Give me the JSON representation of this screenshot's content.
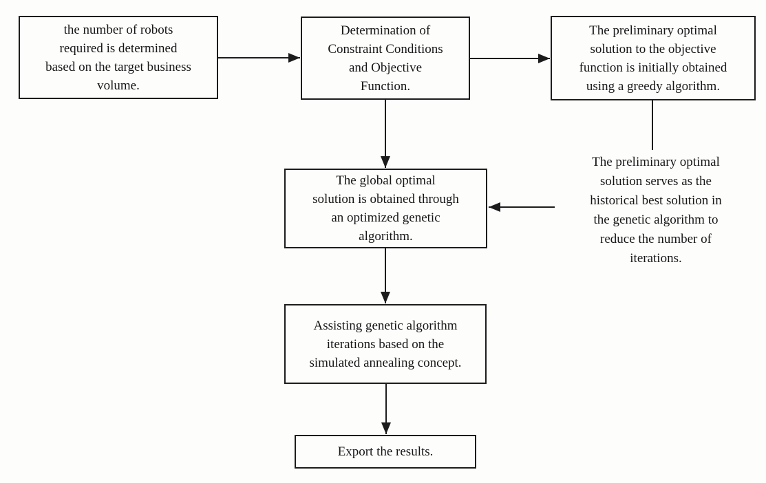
{
  "diagram": {
    "type": "flowchart",
    "colors": {
      "background": "#fdfdfc",
      "line": "#1c1c1c",
      "text": "#161616"
    },
    "nodes": {
      "robots_required": {
        "label": "the number of robots\nrequired is determined\nbased on the target business\nvolume."
      },
      "determine_constraints": {
        "label": "Determination of\nConstraint Conditions\nand Objective\nFunction."
      },
      "greedy_preliminary": {
        "label": "The preliminary optimal\nsolution to the objective\nfunction is initially obtained\nusing a greedy algorithm."
      },
      "global_optimal": {
        "label": "The global optimal\nsolution is obtained through\nan optimized genetic\nalgorithm."
      },
      "historical_best_note": {
        "label": "The preliminary optimal\nsolution serves as the\nhistorical best solution in\nthe genetic algorithm to\nreduce the number of\niterations."
      },
      "simulated_annealing": {
        "label": "Assisting genetic algorithm\niterations based on the\nsimulated annealing concept."
      },
      "export_results": {
        "label": "Export the results."
      }
    }
  }
}
